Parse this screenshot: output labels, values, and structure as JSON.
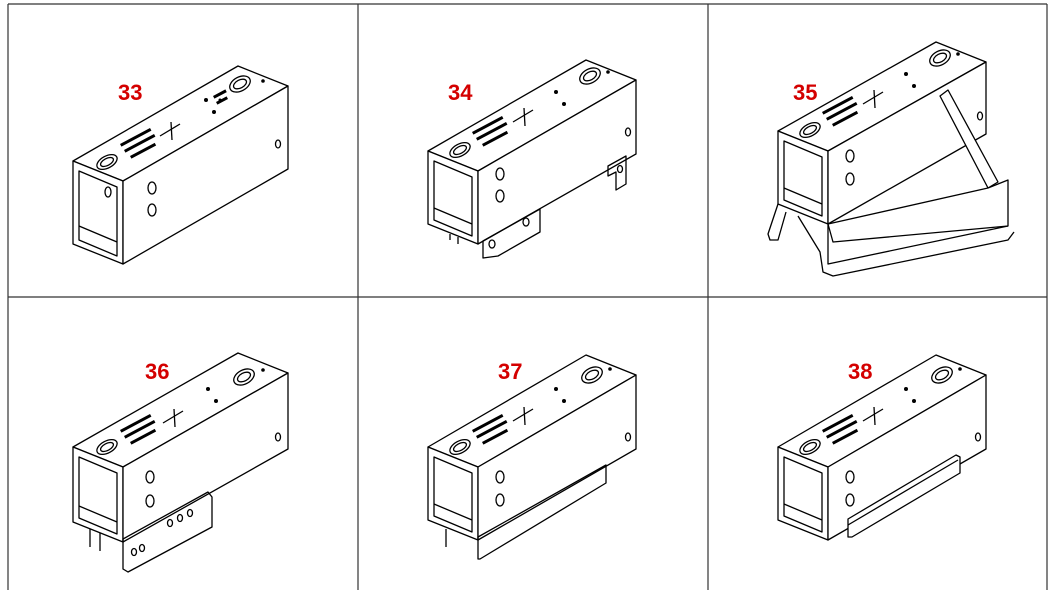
{
  "colors": {
    "label": "#d40000",
    "line": "#000000",
    "grid": "#333333"
  },
  "parts": [
    {
      "number": "33",
      "variant": "plain"
    },
    {
      "number": "34",
      "variant": "tabs"
    },
    {
      "number": "35",
      "variant": "gusset"
    },
    {
      "number": "36",
      "variant": "plate"
    },
    {
      "number": "37",
      "variant": "long-flange"
    },
    {
      "number": "38",
      "variant": "angle"
    }
  ]
}
